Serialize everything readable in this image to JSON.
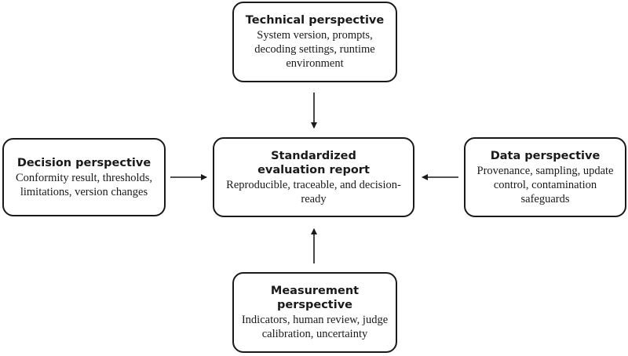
{
  "nodes": {
    "technical": {
      "title": "Technical perspective",
      "desc": "System version, prompts, decoding settings, runtime environment"
    },
    "decision": {
      "title": "Decision perspective",
      "desc": "Conformity result, thresholds, limitations, version changes"
    },
    "center": {
      "title": "Standardized evaluation report",
      "desc": "Reproducible, traceable, and decision-ready"
    },
    "data": {
      "title": "Data perspective",
      "desc": "Provenance, sampling, update control, contamination safeguards"
    },
    "measurement": {
      "title": "Measurement perspective",
      "desc": "Indicators, human review, judge calibration, uncertainty"
    }
  },
  "edges": [
    {
      "from": "technical",
      "to": "center"
    },
    {
      "from": "decision",
      "to": "center"
    },
    {
      "from": "data",
      "to": "center"
    },
    {
      "from": "measurement",
      "to": "center"
    }
  ],
  "colors": {
    "stroke": "#1a1a1a",
    "background": "#ffffff"
  }
}
